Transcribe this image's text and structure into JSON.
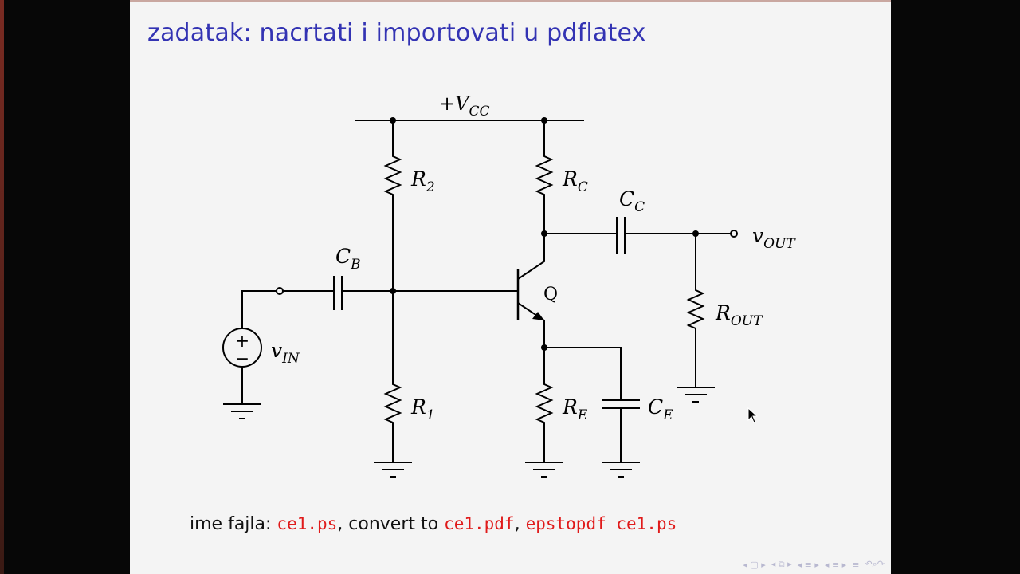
{
  "slide": {
    "title": "zadatak: nacrtati i importovati u pdflatex"
  },
  "circuit": {
    "supply": {
      "prefix": "+V",
      "sub": "CC"
    },
    "labels": {
      "R2": {
        "main": "R",
        "sub": "2"
      },
      "RC": {
        "main": "R",
        "sub": "C"
      },
      "CC": {
        "main": "C",
        "sub": "C"
      },
      "vOUT": {
        "main": "v",
        "sub": "OUT"
      },
      "CB": {
        "main": "C",
        "sub": "B"
      },
      "Q": "Q",
      "ROUT": {
        "main": "R",
        "sub": "OUT"
      },
      "vIN": {
        "main": "v",
        "sub": "IN"
      },
      "R1": {
        "main": "R",
        "sub": "1"
      },
      "RE": {
        "main": "R",
        "sub": "E"
      },
      "CE": {
        "main": "C",
        "sub": "E"
      },
      "source_plus": "+",
      "source_minus": "−"
    }
  },
  "caption": {
    "prefix": "ime fajla: ",
    "file_ps": "ce1.ps",
    "sep1": ", convert to ",
    "file_pdf": "ce1.pdf",
    "sep2": ", ",
    "command": "epstopdf ce1.ps"
  },
  "nav": {
    "icons": [
      "first-icon",
      "frame-icon",
      "section-icon",
      "subsection-icon",
      "back-icon",
      "search-icon"
    ]
  },
  "colors": {
    "title": "#3333b3",
    "code": "#e01a1a",
    "slide_bg": "#f4f4f4",
    "frame_bg": "#070707"
  }
}
